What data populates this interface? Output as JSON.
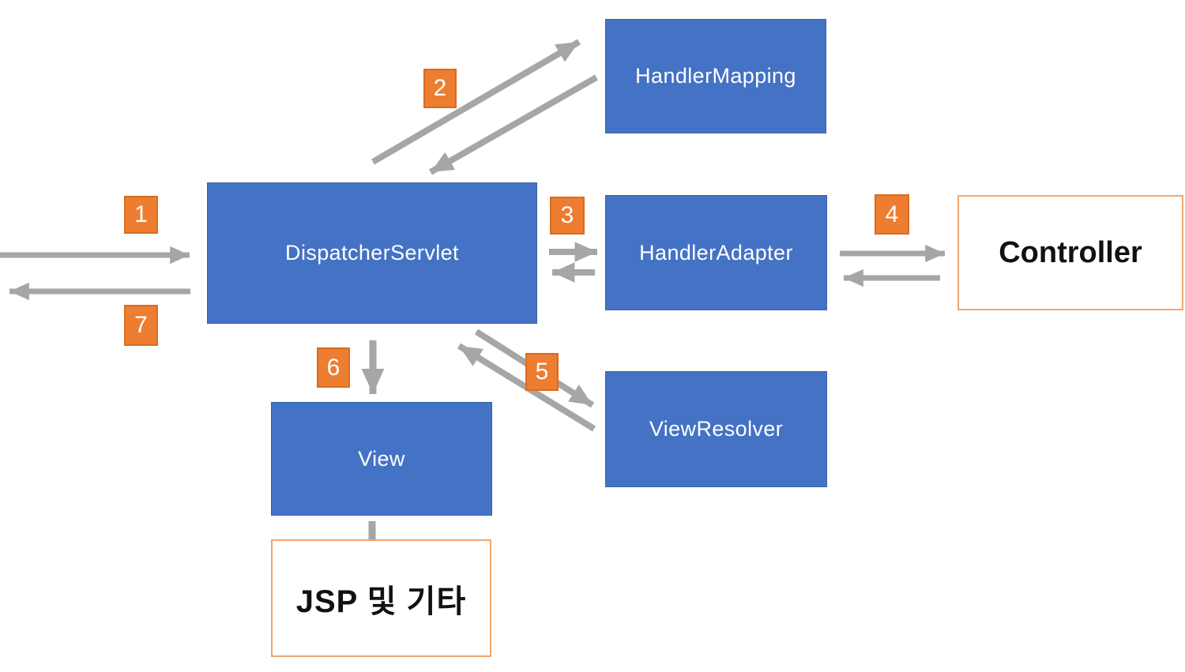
{
  "nodes": {
    "handler_mapping": {
      "label": "HandlerMapping"
    },
    "dispatcher_servlet": {
      "label": "DispatcherServlet"
    },
    "handler_adapter": {
      "label": "HandlerAdapter"
    },
    "controller": {
      "label": "Controller"
    },
    "view_resolver": {
      "label": "ViewResolver"
    },
    "view": {
      "label": "View"
    },
    "jsp": {
      "label": "JSP 및 기타"
    }
  },
  "badges": [
    {
      "label": "1"
    },
    {
      "label": "2"
    },
    {
      "label": "3"
    },
    {
      "label": "4"
    },
    {
      "label": "5"
    },
    {
      "label": "6"
    },
    {
      "label": "7"
    }
  ],
  "colors": {
    "node_fill": "#4472C4",
    "node_border": "#3B62A9",
    "node_text": "#FFFFFF",
    "outline_node_fill": "#FFFFFF",
    "outline_node_border": "#F2A56B",
    "outline_node_text": "#111111",
    "badge_fill": "#ED7D31",
    "badge_border": "#D96C1F",
    "badge_text": "#FFFFFF",
    "arrow": "#A6A6A6",
    "background": "#FFFFFF"
  }
}
